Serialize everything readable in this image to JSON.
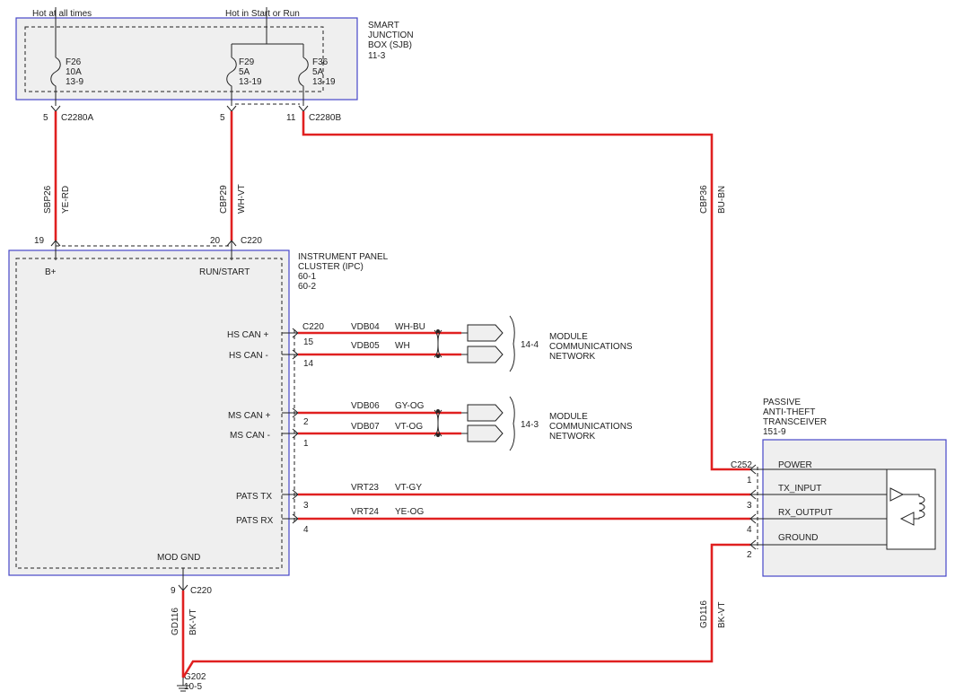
{
  "supplies": {
    "hot_all_times": "Hot at all times",
    "hot_start_run": "Hot in Start or Run"
  },
  "sjb": {
    "title_l1": "SMART",
    "title_l2": "JUNCTION",
    "title_l3": "BOX (SJB)",
    "ref": "11-3",
    "fuses": [
      {
        "name": "F26",
        "amps": "10A",
        "ref": "13-9"
      },
      {
        "name": "F29",
        "amps": "5A",
        "ref": "13-19"
      },
      {
        "name": "F36",
        "amps": "5A",
        "ref": "13-19"
      }
    ]
  },
  "sjb_pins": [
    {
      "pin": "5",
      "connector": "C2280A"
    },
    {
      "pin": "5",
      "connector": ""
    },
    {
      "pin": "11",
      "connector": "C2280B"
    }
  ],
  "wires": {
    "sbp26": {
      "circuit": "SBP26",
      "color": "YE-RD"
    },
    "cbp29": {
      "circuit": "CBP29",
      "color": "WH-VT"
    },
    "cbp36": {
      "circuit": "CBP36",
      "color": "BU-BN"
    },
    "gd116_ipc": {
      "circuit": "GD116",
      "color": "BK-VT"
    },
    "gd116_pats": {
      "circuit": "GD116",
      "color": "BK-VT"
    }
  },
  "ipc": {
    "title_l1": "INSTRUMENT PANEL",
    "title_l2": "CLUSTER (IPC)",
    "ref1": "60-1",
    "ref2": "60-2",
    "pin_bplus": "B+",
    "pin_runstart": "RUN/START",
    "top_pins": [
      {
        "pin": "19",
        "connector": ""
      },
      {
        "pin": "20",
        "connector": "C220"
      }
    ],
    "bottom_pin": {
      "pin": "9",
      "connector": "C220"
    },
    "mod_gnd": "MOD GND",
    "side_connector": "C220"
  },
  "signals": [
    {
      "label": "HS CAN +",
      "pin": "15",
      "circuit": "VDB04",
      "color": "WH-BU"
    },
    {
      "label": "HS CAN -",
      "pin": "14",
      "circuit": "VDB05",
      "color": "WH"
    },
    {
      "label": "MS CAN +",
      "pin": "2",
      "circuit": "VDB06",
      "color": "GY-OG"
    },
    {
      "label": "MS CAN -",
      "pin": "1",
      "circuit": "VDB07",
      "color": "VT-OG"
    },
    {
      "label": "PATS TX",
      "pin": "3",
      "circuit": "VRT23",
      "color": "VT-GY"
    },
    {
      "label": "PATS RX",
      "pin": "4",
      "circuit": "VRT24",
      "color": "YE-OG"
    }
  ],
  "networks": [
    {
      "ref": "14-4",
      "l1": "MODULE",
      "l2": "COMMUNICATIONS",
      "l3": "NETWORK"
    },
    {
      "ref": "14-3",
      "l1": "MODULE",
      "l2": "COMMUNICATIONS",
      "l3": "NETWORK"
    }
  ],
  "pats": {
    "title_l1": "PASSIVE",
    "title_l2": "ANTI-THEFT",
    "title_l3": "TRANSCEIVER",
    "ref": "151-9",
    "connector": "C252",
    "pins": [
      {
        "pin": "1",
        "label": "POWER"
      },
      {
        "pin": "3",
        "label": "TX_INPUT"
      },
      {
        "pin": "4",
        "label": "RX_OUTPUT"
      },
      {
        "pin": "2",
        "label": "GROUND"
      }
    ]
  },
  "ground": {
    "name": "G202",
    "ref": "10-5"
  }
}
